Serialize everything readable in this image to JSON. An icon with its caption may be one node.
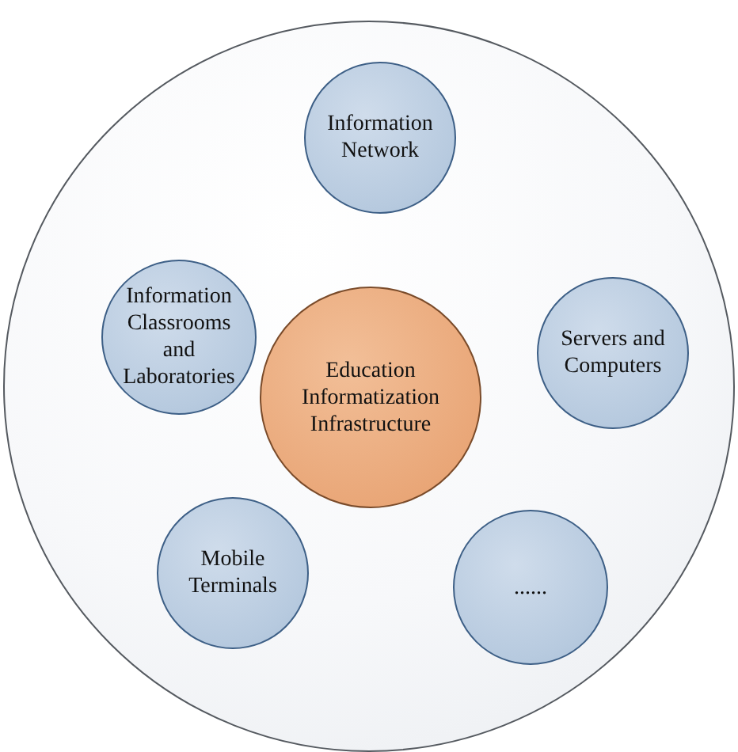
{
  "diagram": {
    "nodes": [
      {
        "text": [],
        "shape": "circle"
      },
      {
        "text": [
          "Information Network"
        ],
        "in": 0
      },
      {
        "text": [
          "Information Classrooms and Laboratories"
        ],
        "in": 0
      },
      {
        "text": [
          "Education Informatization Infrastructure"
        ],
        "in": 0
      },
      {
        "text": [
          "Servers and Computers"
        ],
        "in": 0
      },
      {
        "text": [
          "Mobile Terminals"
        ],
        "in": 0
      },
      {
        "text": [
          "......"
        ],
        "in": 0
      }
    ]
  }
}
